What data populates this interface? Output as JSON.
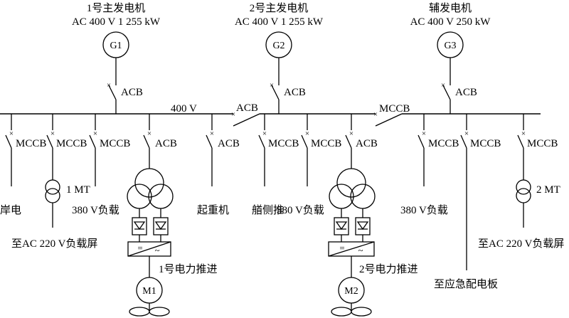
{
  "generators": [
    {
      "title": "1号主发电机",
      "rating": "AC 400 V 1 255 kW",
      "symbol": "G1",
      "breaker": "ACB"
    },
    {
      "title": "2号主发电机",
      "rating": "AC 400 V 1 255 kW",
      "symbol": "G2",
      "breaker": "ACB"
    },
    {
      "title": "辅发电机",
      "rating": "AC 400 V 250 kW",
      "symbol": "G3",
      "breaker": "ACB"
    }
  ],
  "bus": {
    "voltage": "400 V",
    "tie_breaker_1": "ACB",
    "tie_breaker_2": "MCCB"
  },
  "feeders": [
    {
      "breaker": "MCCB",
      "load": "岸电"
    },
    {
      "breaker": "MCCB",
      "transformer": "1 MT",
      "load": "至AC 220 V负载屏"
    },
    {
      "breaker": "MCCB",
      "load": "380 V负载"
    },
    {
      "breaker": "ACB",
      "converter_left": "=",
      "converter_right": "~",
      "load": "1号电力推进",
      "motor": "M1"
    },
    {
      "breaker": "ACB",
      "load": "起重机"
    },
    {
      "breaker": "MCCB",
      "load": "艏侧推"
    },
    {
      "breaker": "MCCB",
      "load": "380 V负载"
    },
    {
      "breaker": "ACB",
      "converter_left": "=",
      "converter_right": "~",
      "load": "2号电力推进",
      "motor": "M2"
    },
    {
      "breaker": "MCCB",
      "load": "380 V负载"
    },
    {
      "breaker": "MCCB",
      "load": "至应急配电板"
    },
    {
      "breaker": "MCCB",
      "transformer": "2 MT",
      "load": "至AC 220 V负载屏"
    }
  ]
}
